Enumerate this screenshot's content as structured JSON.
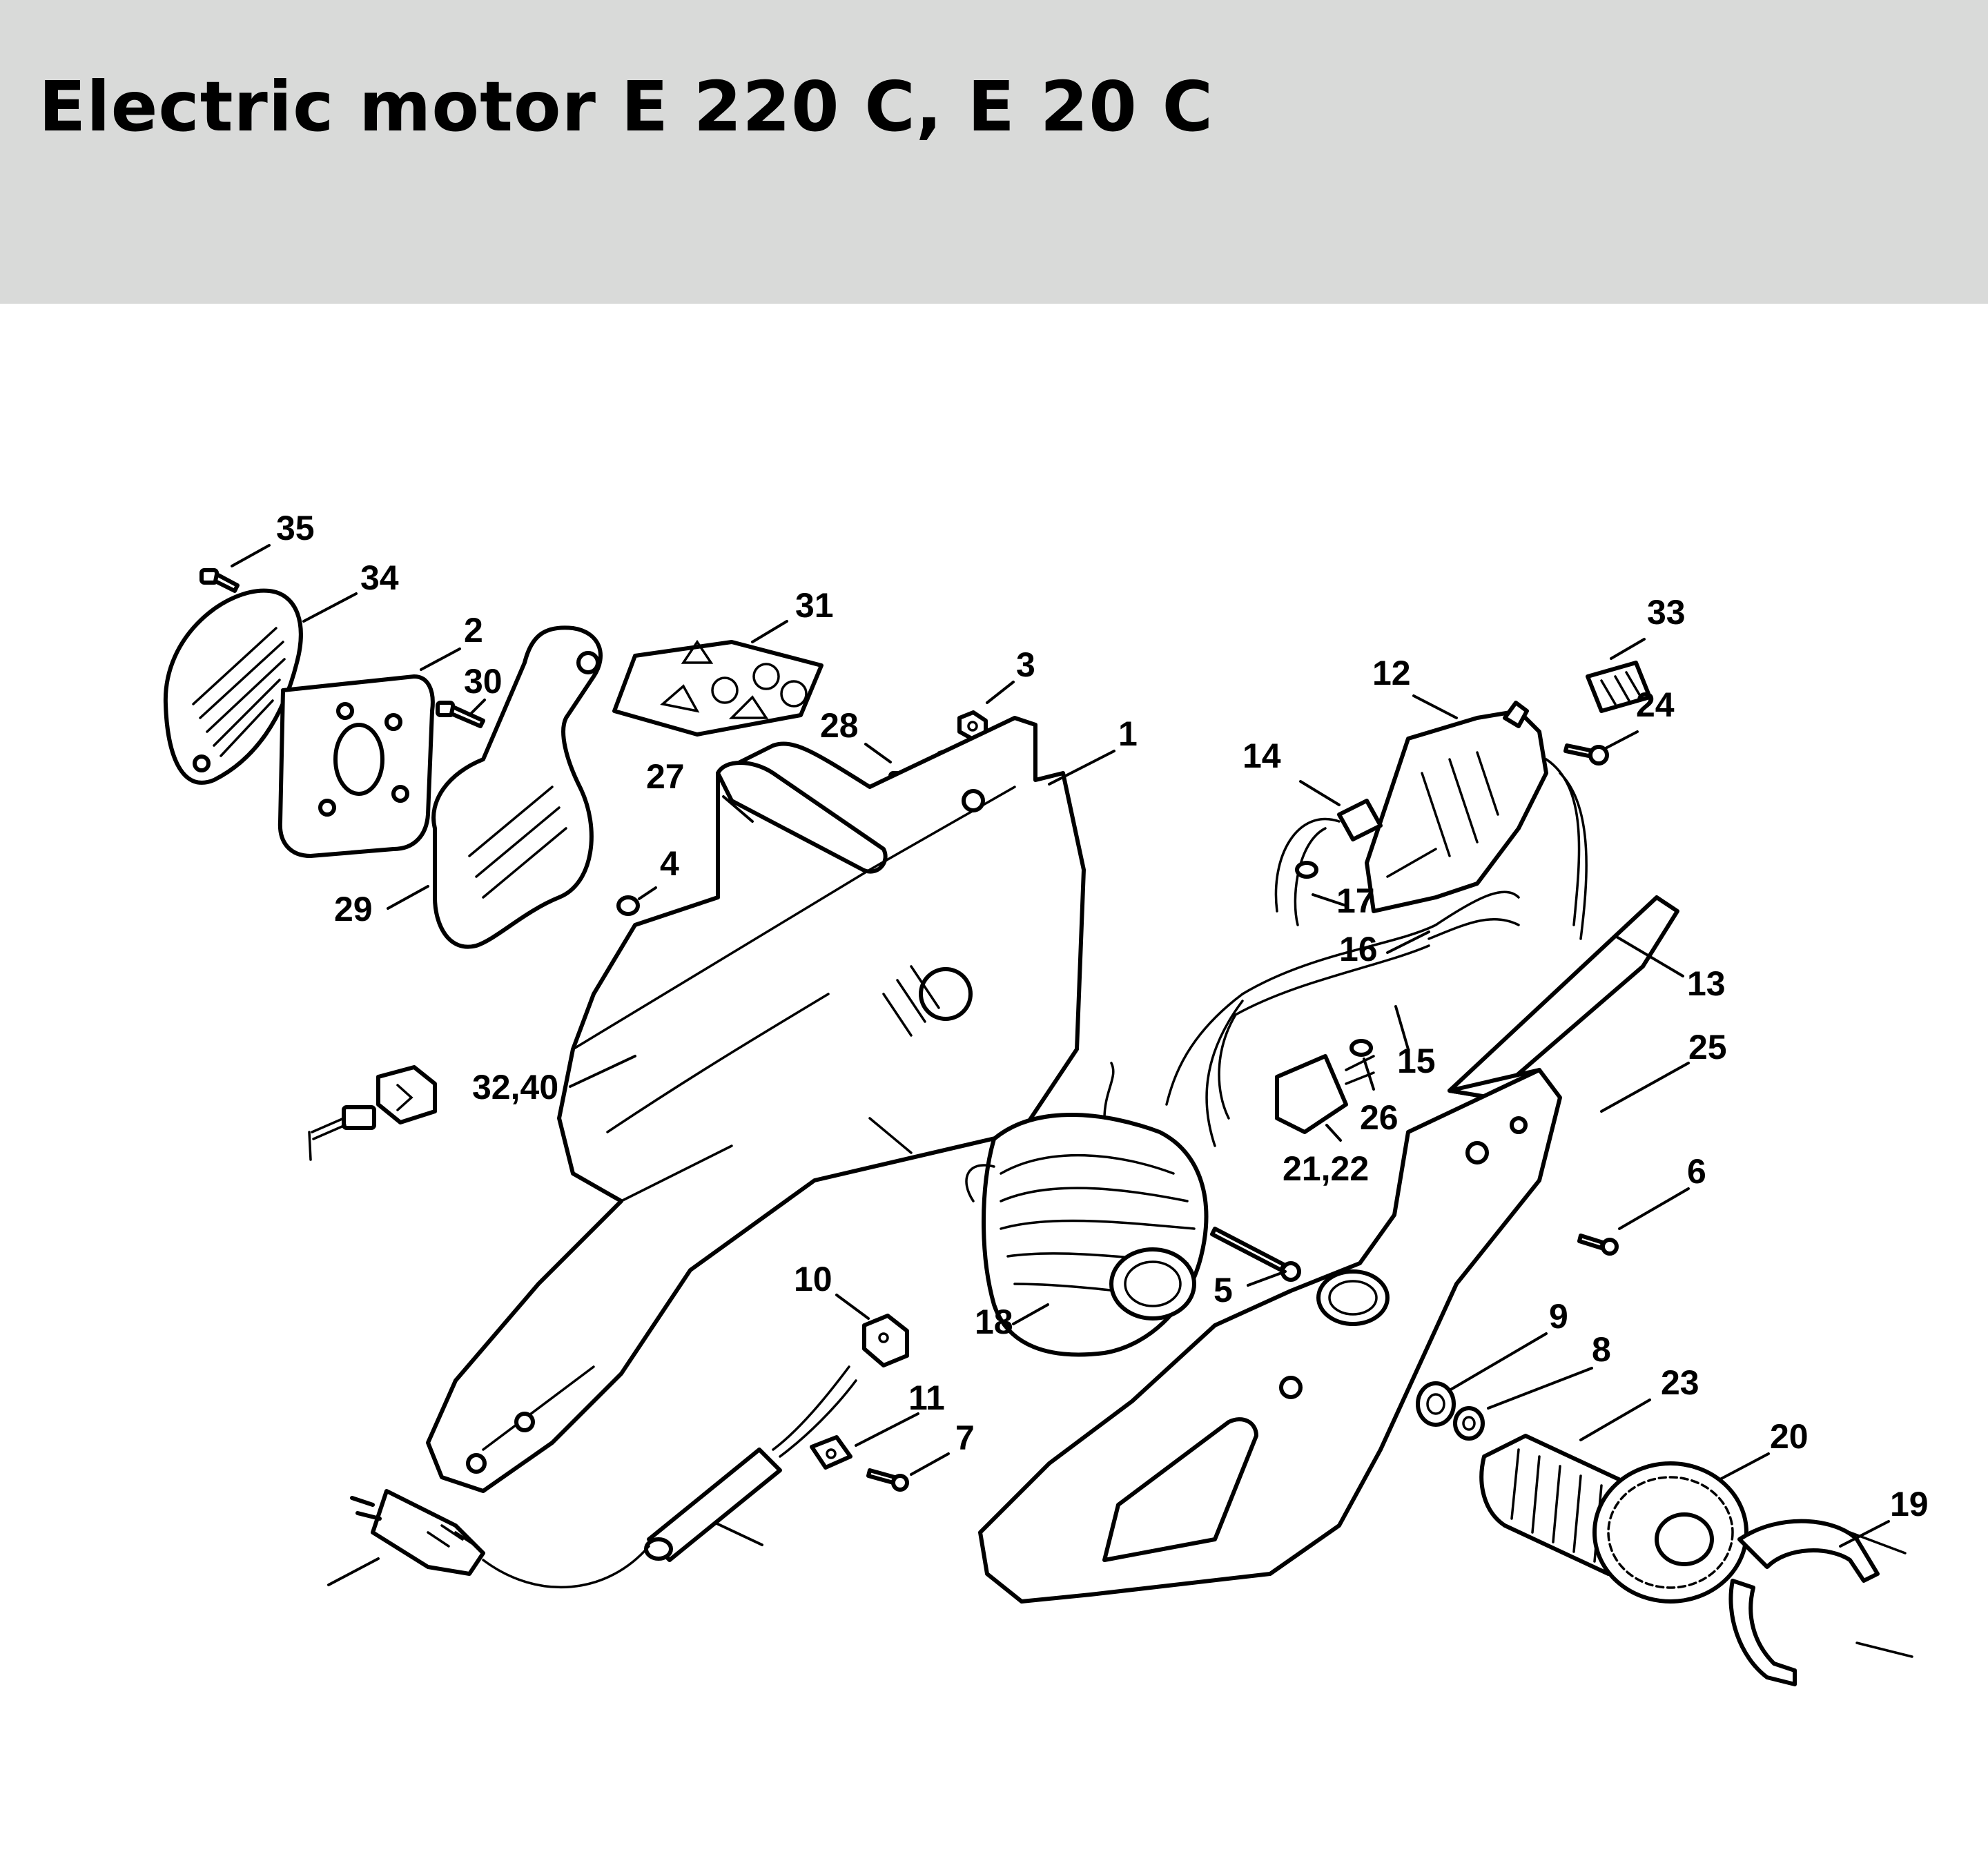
{
  "page": {
    "title": "Electric motor E 220 C, E 20 C"
  },
  "callouts": [
    "35",
    "34",
    "2",
    "30",
    "31",
    "3",
    "28",
    "27",
    "4",
    "1",
    "29",
    "32,40",
    "14",
    "12",
    "33",
    "24",
    "17",
    "16",
    "13",
    "15",
    "25",
    "21,22",
    "26",
    "6",
    "5",
    "18",
    "10",
    "9",
    "8",
    "23",
    "11",
    "7",
    "20",
    "19"
  ],
  "colors": {
    "header_bg": "#d9dad9",
    "ink": "#000000",
    "paper": "#ffffff"
  }
}
